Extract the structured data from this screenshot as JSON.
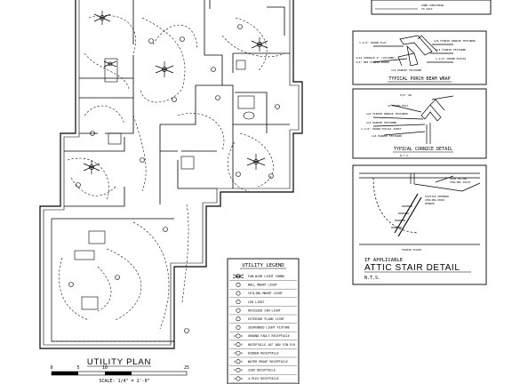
{
  "plan": {
    "title": "UTILITY PLAN",
    "scale": "SCALE: 1/4\" = 1'-0\"",
    "scale_ticks": [
      "0",
      "5",
      "10",
      "25"
    ]
  },
  "legend": {
    "title": "UTILITY LEGEND",
    "items": [
      {
        "symbol": "fan-icon",
        "label": "FAN W/OR LIGHT COMBO"
      },
      {
        "symbol": "wall-light-icon",
        "label": "WALL MOUNT LIGHT"
      },
      {
        "symbol": "ceiling-light-icon",
        "label": "CEILING MOUNT LIGHT"
      },
      {
        "symbol": "led-light-icon",
        "label": "LED LIGHT"
      },
      {
        "symbol": "recessed-light-icon",
        "label": "RECESSED CAN LIGHT"
      },
      {
        "symbol": "flood-light-icon",
        "label": "EXTERIOR FLOOD LIGHT"
      },
      {
        "symbol": "pendant-light-icon",
        "label": "SUSPENDED LIGHT FIXTURE"
      },
      {
        "symbol": "gfi-icon",
        "label": "GROUND FAULT RECEPTACLE"
      },
      {
        "symbol": "receptacle-48-icon",
        "label": "RECEPTACLE 48\" ABV FIN FLR"
      },
      {
        "symbol": "receptacle-icon",
        "label": "HIDDEN RECEPTACLE"
      },
      {
        "symbol": "wp-receptacle-icon",
        "label": "WATER PROOF RECEPTACLE"
      },
      {
        "symbol": "220-icon",
        "label": "220V RECEPTACLE"
      },
      {
        "symbol": "quad-icon",
        "label": "4-PLEX RECEPTACLE"
      }
    ]
  },
  "details": {
    "top_notes": [
      "SHED SHEATHING",
      "TO SUIT"
    ],
    "porch": {
      "title": "TYPICAL PORCH BEAM WRAP",
      "notes": [
        "1-1/4\" CROWN FLAT",
        "1x6 FINISH HARDIE TEXTURED",
        "1x12 SHINGLE 4\" (COLORED)",
        "3/4\" MDF FINISH BOARD",
        "5/4 FINISH TEXTURED",
        "1-1/4\" CROWN FASCIA",
        "1x4 HARDIE TEXTURED"
      ]
    },
    "cornice": {
      "title": "TYPICAL CORNICE DETAIL",
      "subtitle": "N.T.S.",
      "notes": [
        "5/4\" OR",
        "15 POUND FELT",
        "1x6 FINISH HARDIE TEXTURED",
        "1x2 HARDIE TEXTURED",
        "1-1/4\" CROWN FASCIA JOINT",
        "1x4 HARDIE TEXTURED"
      ]
    },
    "attic": {
      "prefix": "IF APPLICABLE",
      "title": "ATTIC STAIR DETAIL",
      "subtitle": "N.T.S.",
      "notes": [
        "2x10 OR DBL",
        "CEILING JOIST",
        "FINISH FLOOR",
        "SCUTTLE OPENING",
        "CEILING DOOR",
        "HINGED"
      ]
    }
  }
}
